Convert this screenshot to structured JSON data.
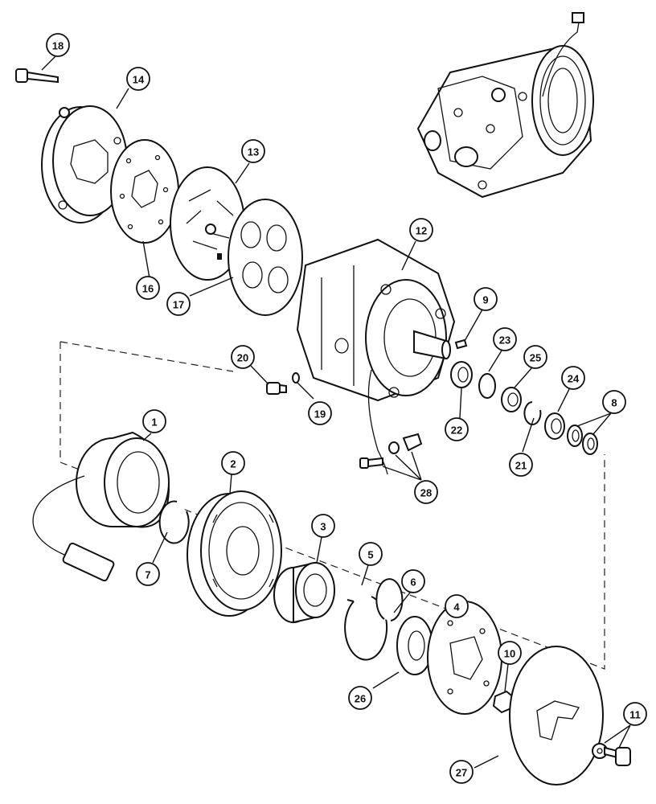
{
  "callouts": [
    {
      "id": "c18",
      "label": "18"
    },
    {
      "id": "c14",
      "label": "14"
    },
    {
      "id": "c13",
      "label": "13"
    },
    {
      "id": "c16",
      "label": "16"
    },
    {
      "id": "c17",
      "label": "17"
    },
    {
      "id": "c12",
      "label": "12"
    },
    {
      "id": "c9",
      "label": "9"
    },
    {
      "id": "c20",
      "label": "20"
    },
    {
      "id": "c19",
      "label": "19"
    },
    {
      "id": "c23",
      "label": "23"
    },
    {
      "id": "c25",
      "label": "25"
    },
    {
      "id": "c22",
      "label": "22"
    },
    {
      "id": "c24",
      "label": "24"
    },
    {
      "id": "c8",
      "label": "8"
    },
    {
      "id": "c21",
      "label": "21"
    },
    {
      "id": "c28",
      "label": "28"
    },
    {
      "id": "c1",
      "label": "1"
    },
    {
      "id": "c2",
      "label": "2"
    },
    {
      "id": "c7",
      "label": "7"
    },
    {
      "id": "c3",
      "label": "3"
    },
    {
      "id": "c5",
      "label": "5"
    },
    {
      "id": "c6",
      "label": "6"
    },
    {
      "id": "c4",
      "label": "4"
    },
    {
      "id": "c10",
      "label": "10"
    },
    {
      "id": "c26",
      "label": "26"
    },
    {
      "id": "c11",
      "label": "11"
    },
    {
      "id": "c27",
      "label": "27"
    }
  ]
}
